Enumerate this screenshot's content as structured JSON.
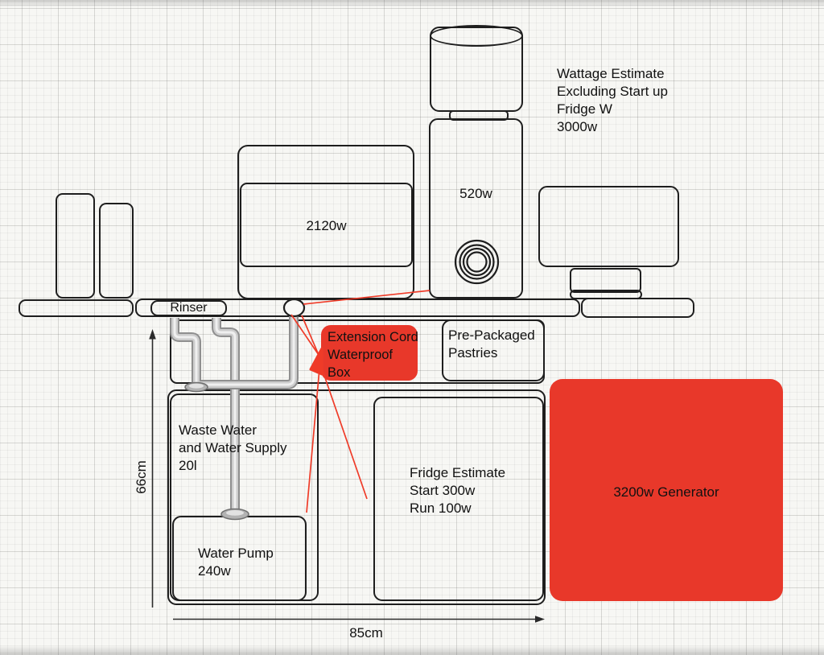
{
  "notes": {
    "wattage": [
      "Wattage Estimate",
      "Excluding Start up",
      "Fridge W",
      "3000w"
    ]
  },
  "labels": {
    "espresso_watts": "2120w",
    "grinder_watts": "520w",
    "rinser": "Rinser",
    "pastries": [
      "Pre-Packaged",
      "Pastries"
    ],
    "extension": [
      "Extension Cord",
      "Waterproof",
      "Box"
    ],
    "waste": [
      "Waste Water",
      "and Water Supply",
      "20l"
    ],
    "pump": [
      "Water Pump",
      "240w"
    ],
    "fridge": [
      "Fridge Estimate",
      "Start 300w",
      "Run 100w"
    ],
    "generator": "3200w Generator"
  },
  "dimensions": {
    "height": "66cm",
    "width": "85cm"
  },
  "colors": {
    "highlight": "#e8382a",
    "line_red": "#ef3b28",
    "ink": "#1e1e1e"
  }
}
